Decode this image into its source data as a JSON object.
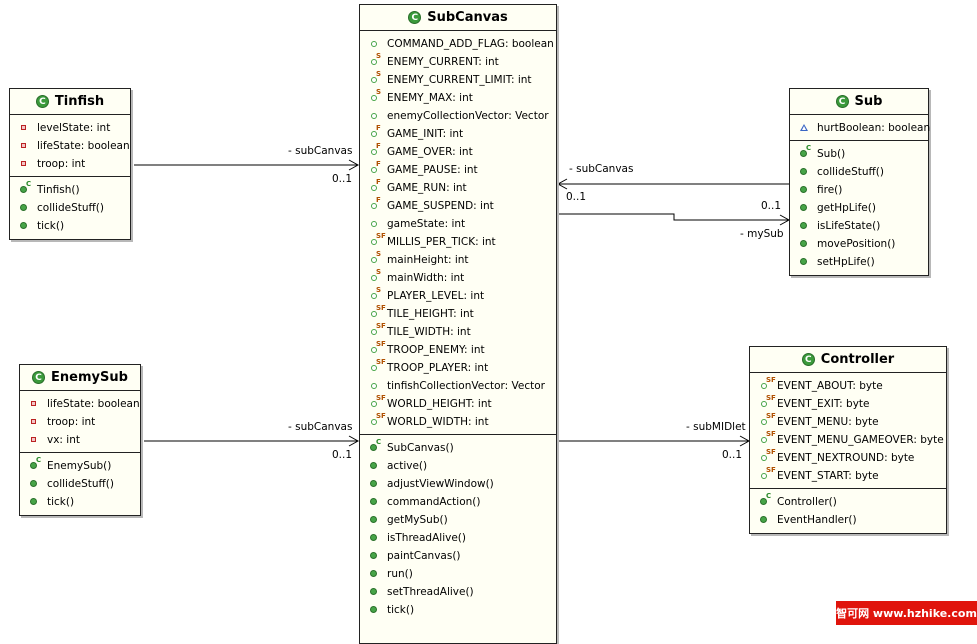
{
  "classes": [
    {
      "id": "subcanvas",
      "name": "SubCanvas",
      "badge": "C",
      "attributes": [
        {
          "icon": "public-dot",
          "modifier": "",
          "text": "COMMAND_ADD_FLAG: boolean"
        },
        {
          "icon": "public-dot",
          "modifier": "S",
          "text": "ENEMY_CURRENT: int"
        },
        {
          "icon": "public-dot",
          "modifier": "S",
          "text": "ENEMY_CURRENT_LIMIT: int"
        },
        {
          "icon": "public-dot",
          "modifier": "S",
          "text": "ENEMY_MAX: int"
        },
        {
          "icon": "public-dot",
          "modifier": "",
          "text": "enemyCollectionVector: Vector"
        },
        {
          "icon": "public-dot",
          "modifier": "F",
          "text": "GAME_INIT: int"
        },
        {
          "icon": "public-dot",
          "modifier": "F",
          "text": "GAME_OVER: int"
        },
        {
          "icon": "public-dot",
          "modifier": "F",
          "text": "GAME_PAUSE: int"
        },
        {
          "icon": "public-dot",
          "modifier": "F",
          "text": "GAME_RUN: int"
        },
        {
          "icon": "public-dot",
          "modifier": "F",
          "text": "GAME_SUSPEND: int"
        },
        {
          "icon": "public-dot",
          "modifier": "",
          "text": "gameState: int"
        },
        {
          "icon": "public-dot",
          "modifier": "SF",
          "text": "MILLIS_PER_TICK: int"
        },
        {
          "icon": "public-dot",
          "modifier": "S",
          "text": "mainHeight: int"
        },
        {
          "icon": "public-dot",
          "modifier": "S",
          "text": "mainWidth: int"
        },
        {
          "icon": "public-dot",
          "modifier": "S",
          "text": "PLAYER_LEVEL: int"
        },
        {
          "icon": "public-dot",
          "modifier": "SF",
          "text": "TILE_HEIGHT: int"
        },
        {
          "icon": "public-dot",
          "modifier": "SF",
          "text": "TILE_WIDTH: int"
        },
        {
          "icon": "public-dot",
          "modifier": "SF",
          "text": "TROOP_ENEMY: int"
        },
        {
          "icon": "public-dot",
          "modifier": "SF",
          "text": "TROOP_PLAYER: int"
        },
        {
          "icon": "public-dot",
          "modifier": "",
          "text": "tinfishCollectionVector: Vector"
        },
        {
          "icon": "public-dot",
          "modifier": "SF",
          "text": "WORLD_HEIGHT: int"
        },
        {
          "icon": "public-dot",
          "modifier": "SF",
          "text": "WORLD_WIDTH: int"
        }
      ],
      "operations": [
        {
          "icon": "method-dot",
          "modifier": "C",
          "text": "SubCanvas()"
        },
        {
          "icon": "method-dot",
          "modifier": "",
          "text": "active()"
        },
        {
          "icon": "method-dot",
          "modifier": "",
          "text": "adjustViewWindow()"
        },
        {
          "icon": "method-dot",
          "modifier": "",
          "text": "commandAction()"
        },
        {
          "icon": "method-dot",
          "modifier": "",
          "text": "getMySub()"
        },
        {
          "icon": "method-dot",
          "modifier": "",
          "text": "isThreadAlive()"
        },
        {
          "icon": "method-dot",
          "modifier": "",
          "text": "paintCanvas()"
        },
        {
          "icon": "method-dot",
          "modifier": "",
          "text": "run()"
        },
        {
          "icon": "method-dot",
          "modifier": "",
          "text": "setThreadAlive()"
        },
        {
          "icon": "method-dot",
          "modifier": "",
          "text": "tick()"
        }
      ]
    },
    {
      "id": "tinfish",
      "name": "Tinfish",
      "badge": "C",
      "attributes": [
        {
          "icon": "private-square",
          "modifier": "",
          "text": "levelState: int"
        },
        {
          "icon": "private-square",
          "modifier": "",
          "text": "lifeState: boolean"
        },
        {
          "icon": "private-square",
          "modifier": "",
          "text": "troop: int"
        }
      ],
      "operations": [
        {
          "icon": "method-dot",
          "modifier": "C",
          "text": "Tinfish()"
        },
        {
          "icon": "method-dot",
          "modifier": "",
          "text": "collideStuff()"
        },
        {
          "icon": "method-dot",
          "modifier": "",
          "text": "tick()"
        }
      ]
    },
    {
      "id": "enemysub",
      "name": "EnemySub",
      "badge": "C",
      "attributes": [
        {
          "icon": "private-square",
          "modifier": "",
          "text": "lifeState: boolean"
        },
        {
          "icon": "private-square",
          "modifier": "",
          "text": "troop: int"
        },
        {
          "icon": "private-square",
          "modifier": "",
          "text": "vx: int"
        }
      ],
      "operations": [
        {
          "icon": "method-dot",
          "modifier": "C",
          "text": "EnemySub()"
        },
        {
          "icon": "method-dot",
          "modifier": "",
          "text": "collideStuff()"
        },
        {
          "icon": "method-dot",
          "modifier": "",
          "text": "tick()"
        }
      ]
    },
    {
      "id": "sub",
      "name": "Sub",
      "badge": "C",
      "attributes": [
        {
          "icon": "protected-triangle",
          "modifier": "",
          "text": "hurtBoolean: boolean"
        }
      ],
      "operations": [
        {
          "icon": "method-dot",
          "modifier": "C",
          "text": "Sub()"
        },
        {
          "icon": "method-dot",
          "modifier": "",
          "text": "collideStuff()"
        },
        {
          "icon": "method-dot",
          "modifier": "",
          "text": "fire()"
        },
        {
          "icon": "method-dot",
          "modifier": "",
          "text": "getHpLife()"
        },
        {
          "icon": "method-dot",
          "modifier": "",
          "text": "isLifeState()"
        },
        {
          "icon": "method-dot",
          "modifier": "",
          "text": "movePosition()"
        },
        {
          "icon": "method-dot",
          "modifier": "",
          "text": "setHpLife()"
        }
      ]
    },
    {
      "id": "controller",
      "name": "Controller",
      "badge": "C",
      "attributes": [
        {
          "icon": "public-dot",
          "modifier": "SF",
          "text": "EVENT_ABOUT: byte"
        },
        {
          "icon": "public-dot",
          "modifier": "SF",
          "text": "EVENT_EXIT: byte"
        },
        {
          "icon": "public-dot",
          "modifier": "SF",
          "text": "EVENT_MENU: byte"
        },
        {
          "icon": "public-dot",
          "modifier": "SF",
          "text": "EVENT_MENU_GAMEOVER: byte"
        },
        {
          "icon": "public-dot",
          "modifier": "SF",
          "text": "EVENT_NEXTROUND: byte"
        },
        {
          "icon": "public-dot",
          "modifier": "SF",
          "text": "EVENT_START: byte"
        }
      ],
      "operations": [
        {
          "icon": "method-dot",
          "modifier": "C",
          "text": "Controller()"
        },
        {
          "icon": "method-dot",
          "modifier": "",
          "text": "EventHandler()"
        }
      ]
    }
  ],
  "associations": [
    {
      "from": "tinfish",
      "to": "subcanvas",
      "role": "- subCanvas",
      "multiplicity": "0..1"
    },
    {
      "from": "enemysub",
      "to": "subcanvas",
      "role": "- subCanvas",
      "multiplicity": "0..1"
    },
    {
      "from": "sub",
      "to": "subcanvas",
      "role": "- subCanvas",
      "multiplicity": "0..1"
    },
    {
      "from": "subcanvas",
      "to": "sub",
      "role": "- mySub",
      "multiplicity": "0..1"
    },
    {
      "from": "subcanvas",
      "to": "controller",
      "role": "- subMIDlet",
      "multiplicity": "0..1"
    }
  ],
  "watermark": "智可网 www.hzhike.com"
}
